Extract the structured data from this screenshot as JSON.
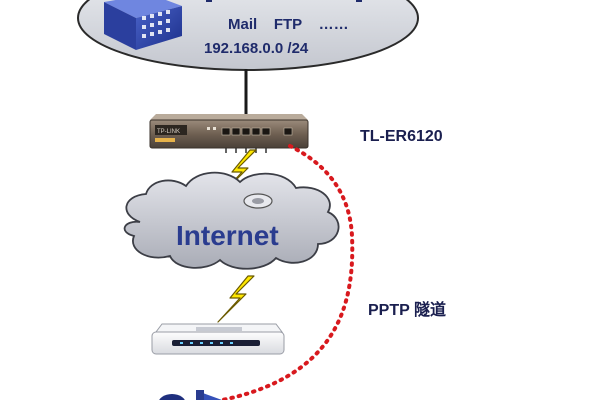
{
  "lan": {
    "services_line": "Mail    FTP    ……",
    "subnet": "192.168.0.0 /24"
  },
  "router": {
    "model": "TL-ER6120",
    "brand_plate": "TP-LINK"
  },
  "internet": {
    "label": "Internet"
  },
  "tunnel": {
    "label": "PPTP 隧道"
  },
  "colors": {
    "lan_ellipse": "#d6d9e0",
    "cloud": "#c9cbd3",
    "tunnel_line": "#d8191e",
    "bolt_fill": "#ffe800",
    "text_navy": "#1f2b6b",
    "router_body": "#8a7a6a"
  }
}
